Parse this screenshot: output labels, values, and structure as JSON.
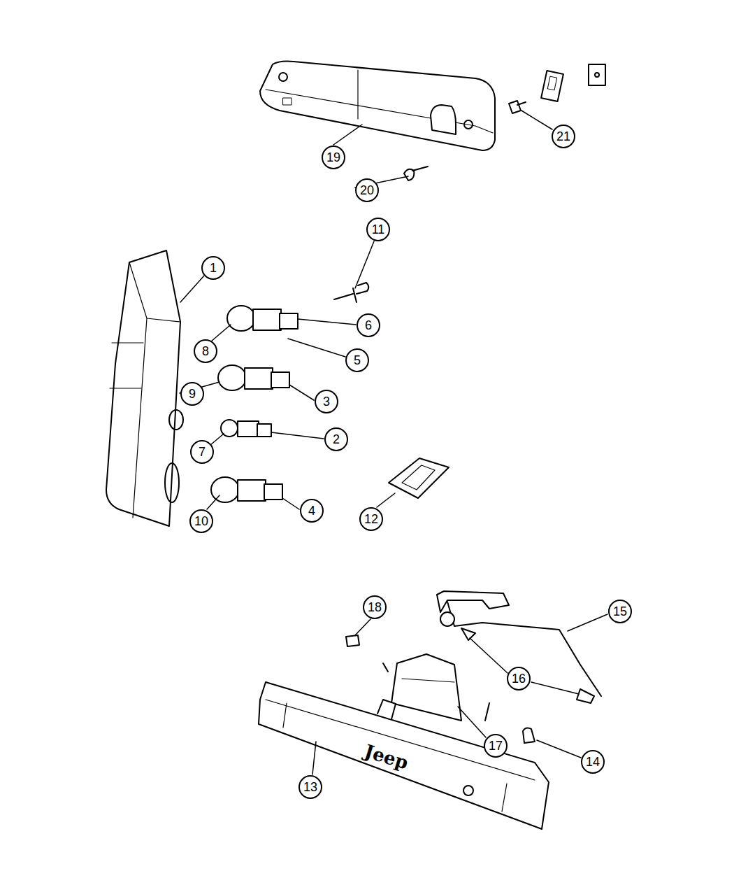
{
  "diagram": {
    "labels": [
      "21",
      "19",
      "20",
      "11",
      "1",
      "6",
      "8",
      "5",
      "9",
      "3",
      "2",
      "7",
      "4",
      "12",
      "10",
      "18",
      "15",
      "16",
      "17",
      "Jeep",
      "14",
      "13"
    ]
  }
}
